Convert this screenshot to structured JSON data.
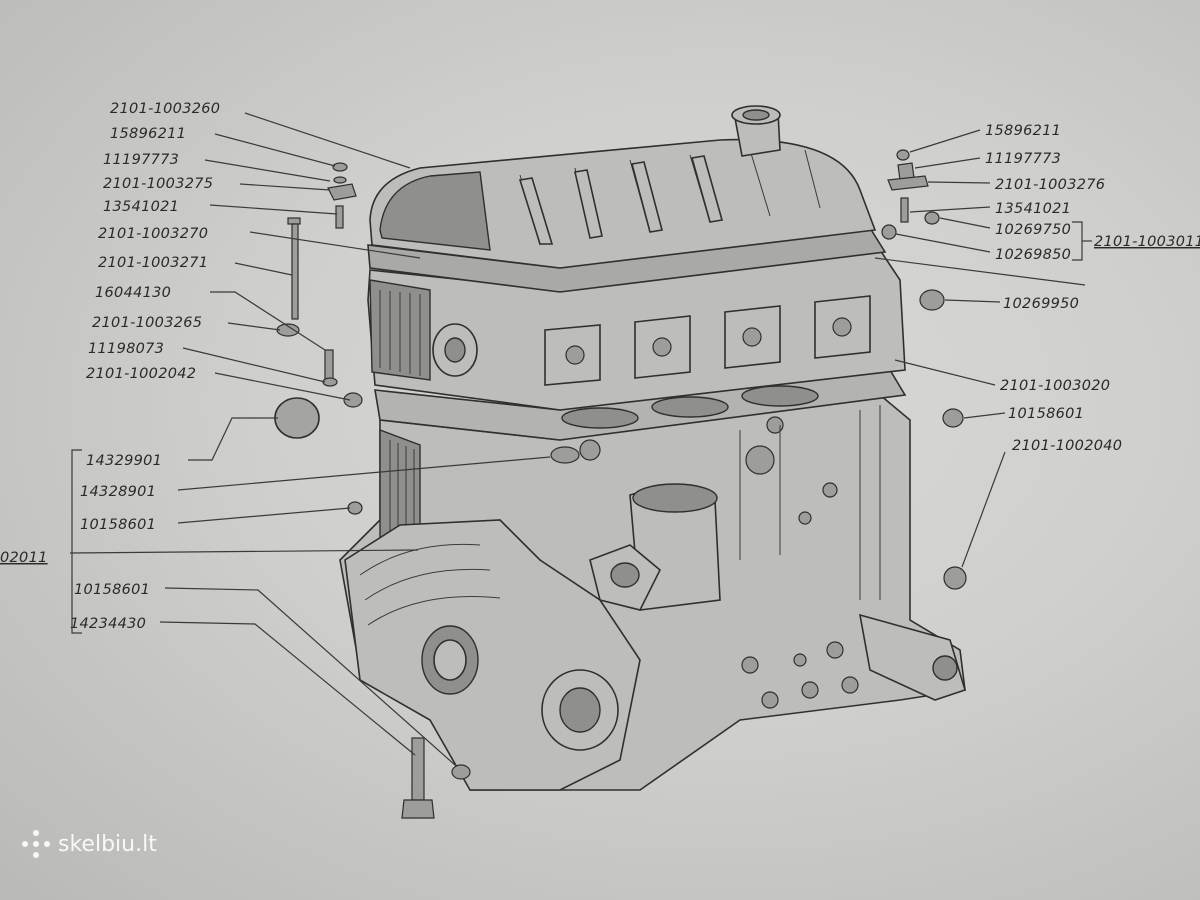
{
  "labels_left": [
    {
      "id": "l1",
      "text": "2101-1003260"
    },
    {
      "id": "l2",
      "text": "15896211"
    },
    {
      "id": "l3",
      "text": "11197773"
    },
    {
      "id": "l4",
      "text": "2101-1003275"
    },
    {
      "id": "l5",
      "text": "13541021"
    },
    {
      "id": "l6",
      "text": "2101-1003270"
    },
    {
      "id": "l7",
      "text": "2101-1003271"
    },
    {
      "id": "l8",
      "text": "16044130"
    },
    {
      "id": "l9",
      "text": "2101-1003265"
    },
    {
      "id": "l10",
      "text": "11198073"
    },
    {
      "id": "l11",
      "text": "2101-1002042"
    },
    {
      "id": "l12",
      "text": "14329901"
    },
    {
      "id": "l13",
      "text": "14328901"
    },
    {
      "id": "l14",
      "text": "10158601"
    },
    {
      "id": "l15",
      "text": "10158601"
    },
    {
      "id": "l16",
      "text": "14234430"
    },
    {
      "id": "l17",
      "text": "02011"
    }
  ],
  "labels_right": [
    {
      "id": "r1",
      "text": "15896211"
    },
    {
      "id": "r2",
      "text": "11197773"
    },
    {
      "id": "r3",
      "text": "2101-1003276"
    },
    {
      "id": "r4",
      "text": "13541021"
    },
    {
      "id": "r5",
      "text": "10269750"
    },
    {
      "id": "r6",
      "text": "10269850"
    },
    {
      "id": "r7",
      "text": "2101-1003011"
    },
    {
      "id": "r8",
      "text": "10269950"
    },
    {
      "id": "r9",
      "text": "2101-1003020"
    },
    {
      "id": "r10",
      "text": "10158601"
    },
    {
      "id": "r11",
      "text": "2101-1002040"
    }
  ],
  "watermark": {
    "text": "skelbiu.lt",
    "icon": "dots-logo-icon"
  }
}
